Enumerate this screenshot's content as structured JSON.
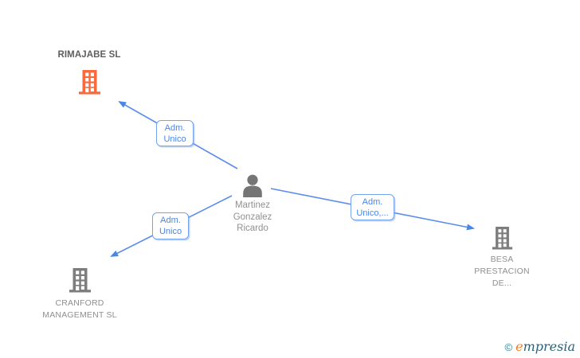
{
  "diagram": {
    "person": {
      "name_lines": [
        "Martinez",
        "Gonzalez",
        "Ricardo"
      ]
    },
    "companies": {
      "rimajabe": {
        "label": "RIMAJABE SL",
        "highlighted": true
      },
      "cranford": {
        "line1": "CRANFORD",
        "line2": "MANAGEMENT SL",
        "highlighted": false
      },
      "besa": {
        "line1": "BESA",
        "line2": "PRESTACION",
        "line3": "DE...",
        "highlighted": false
      }
    },
    "edge_labels": {
      "top": {
        "line1": "Adm.",
        "line2": "Unico"
      },
      "left": {
        "line1": "Adm.",
        "line2": "Unico"
      },
      "right": {
        "line1": "Adm.",
        "line2": "Unico,..."
      }
    }
  },
  "footer": {
    "copyright_symbol": "©",
    "brand_initial": "e",
    "brand_rest": "mpresia"
  },
  "colors": {
    "highlight_building": "#fa6a3d",
    "gray_building": "#7d7d7d",
    "person_gray": "#757575",
    "edge_blue": "#5b8cec",
    "arrow_blue": "#4a86e8",
    "label_text_blue": "#4a86e8",
    "label_border_blue": "#74a2ee",
    "company_text_gray": "#8f8f8f",
    "highlight_text_gray": "#5e5e5e",
    "brand_orange": "#f07c21",
    "brand_teal": "#27637c"
  }
}
